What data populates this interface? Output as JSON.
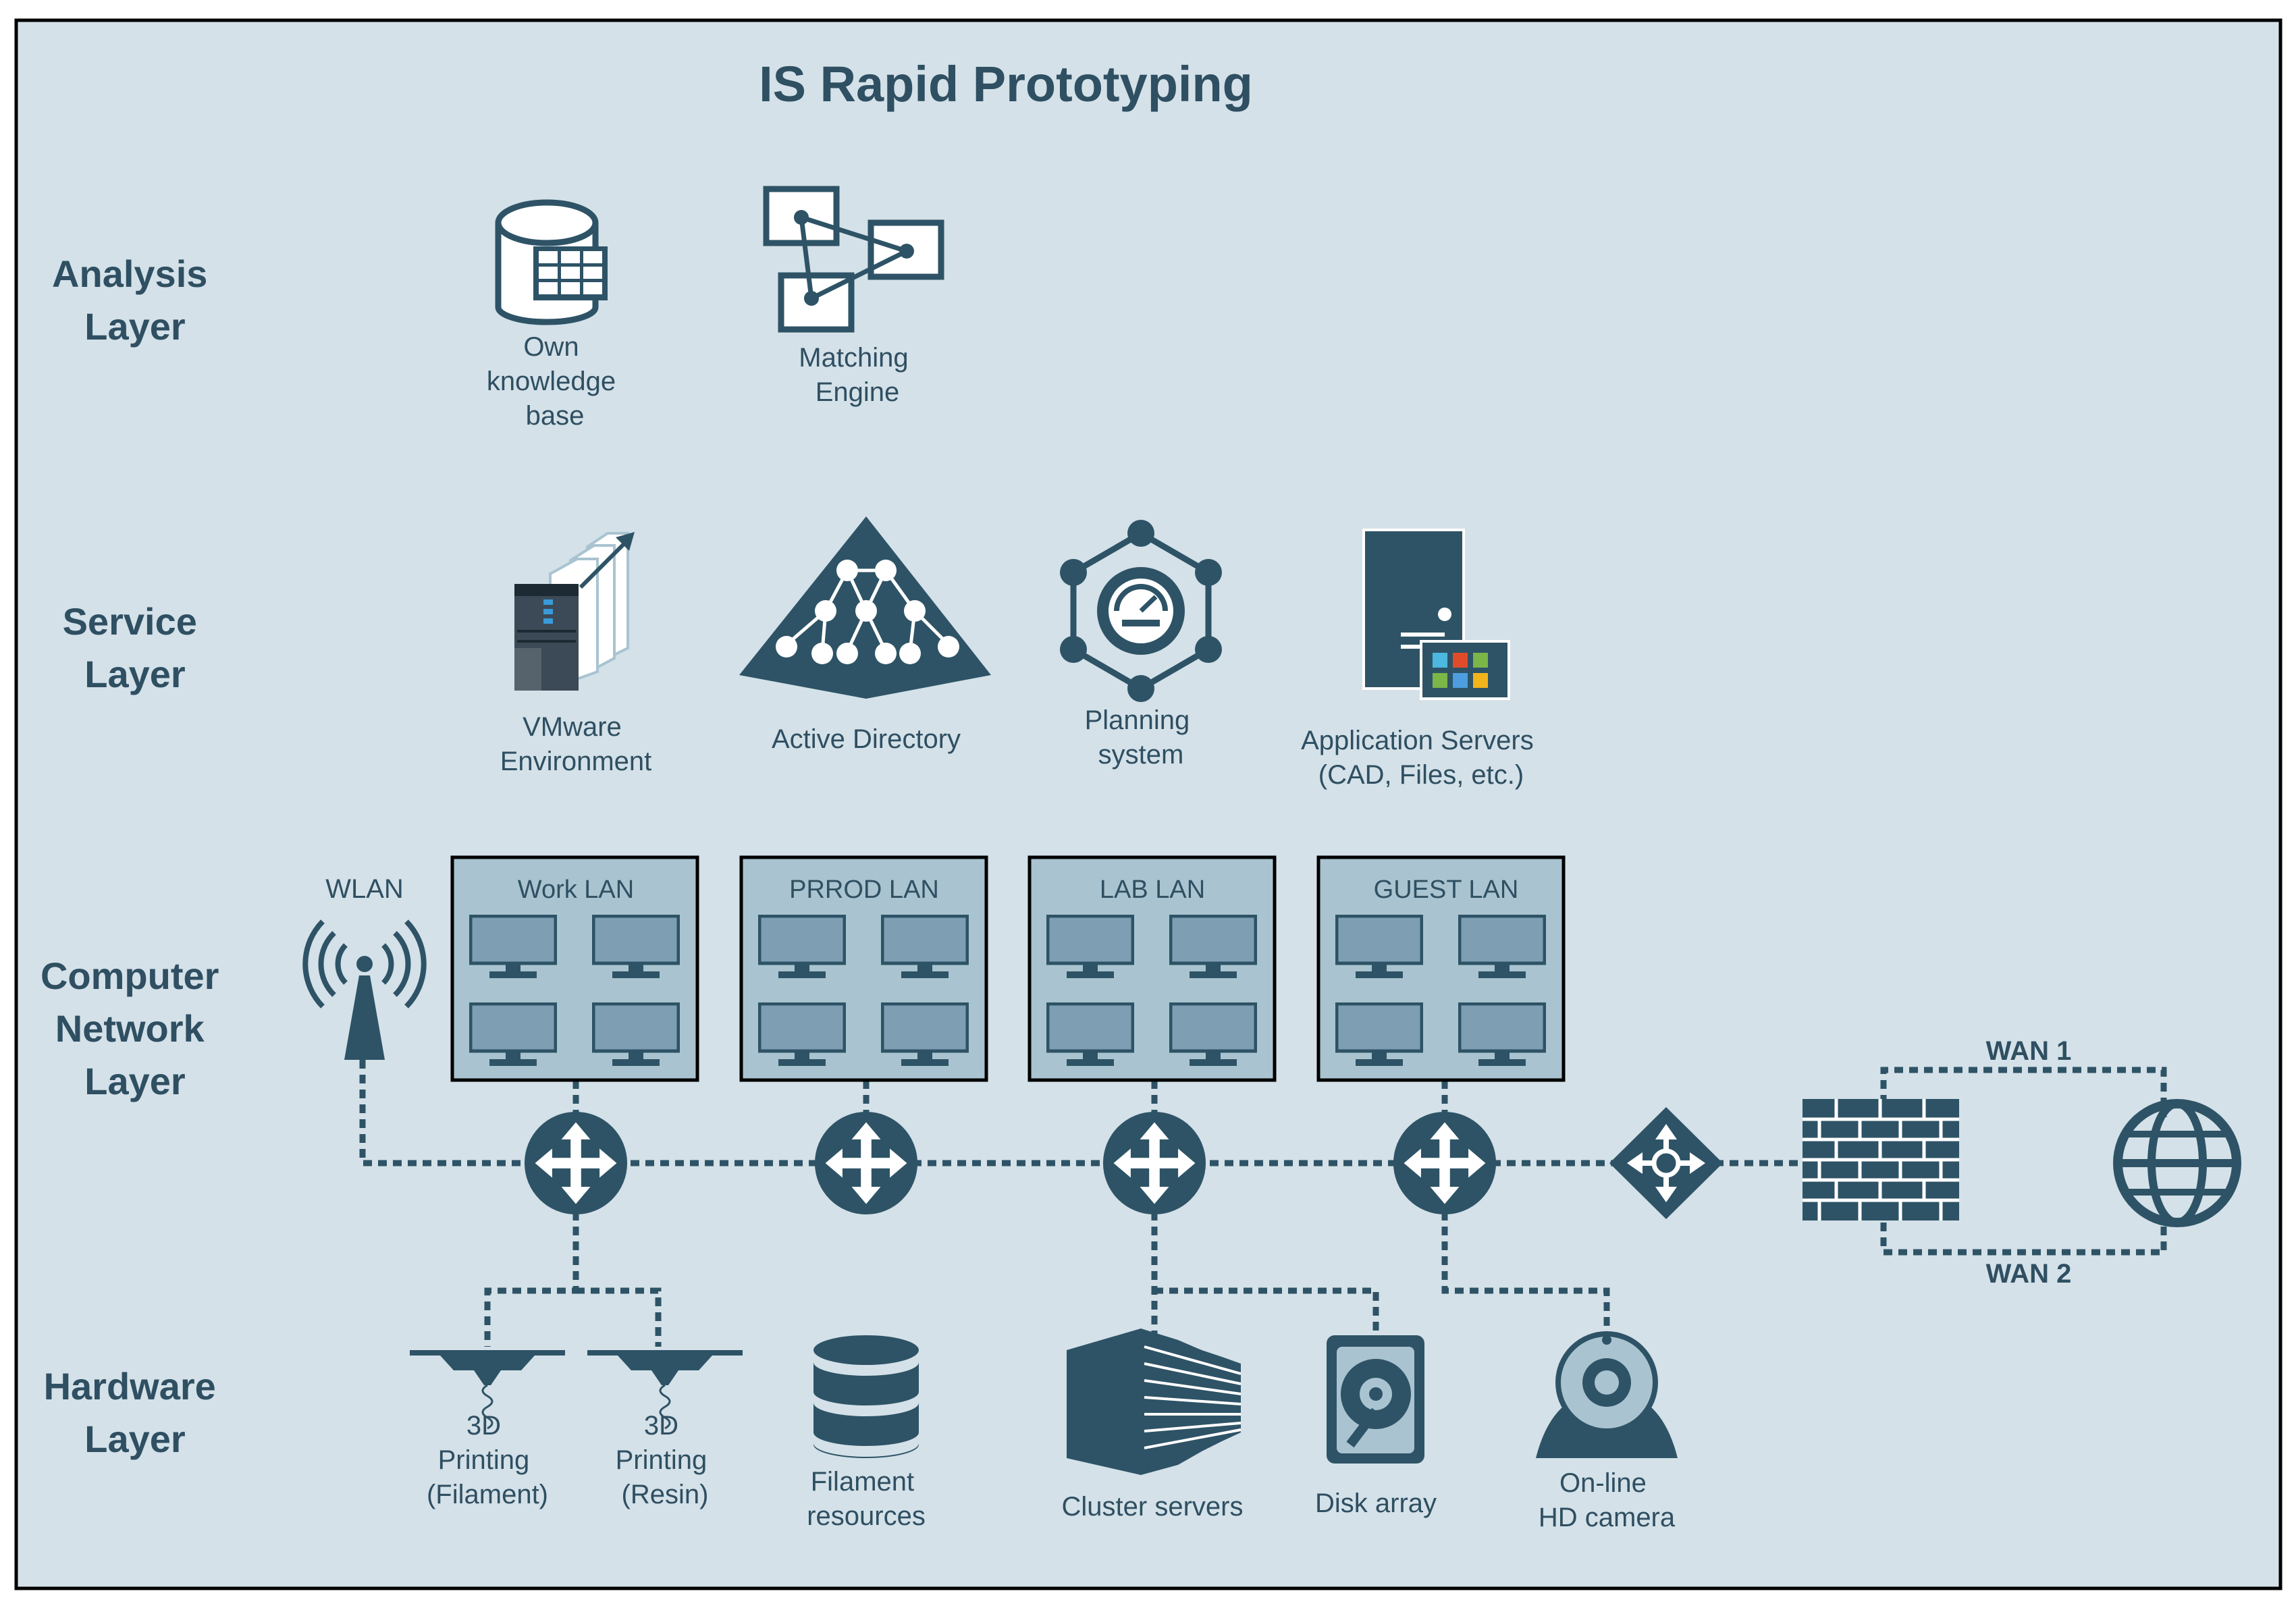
{
  "title": "IS Rapid Prototyping",
  "colors": {
    "background": "#d4e1e8",
    "border": "#000000",
    "icon": "#2e5366",
    "lan_box": "#a9c4d0",
    "monitor": "#7e9fb3",
    "text": "#2f4f62"
  },
  "layers": {
    "analysis": [
      "Analysis",
      "Layer"
    ],
    "service": [
      "Service",
      "Layer"
    ],
    "network": [
      "Computer",
      "Network",
      "Layer"
    ],
    "hardware": [
      "Hardware",
      "Layer"
    ]
  },
  "analysis": {
    "knowledge_base": [
      "Own",
      "knowledge",
      "base"
    ],
    "matching_engine": [
      "Matching",
      "Engine"
    ]
  },
  "service": {
    "vmware": [
      "VMware",
      "Environment"
    ],
    "active_directory": "Active Directory",
    "planning": [
      "Planning",
      "system"
    ],
    "app_servers": [
      "Application Servers",
      "(CAD, Files, etc.)"
    ]
  },
  "network": {
    "wlan": "WLAN",
    "lans": [
      "Work LAN",
      "PRROD LAN",
      "LAB LAN",
      "GUEST LAN"
    ],
    "wan1": "WAN 1",
    "wan2": "WAN 2"
  },
  "hardware": {
    "printer_filament": [
      "3D",
      "Printing",
      "(Filament)"
    ],
    "printer_resin": [
      "3D",
      "Printing",
      "(Resin)"
    ],
    "filament": [
      "Filament",
      "resources"
    ],
    "cluster": "Cluster servers",
    "disk": "Disk array",
    "camera": [
      "On-line",
      "HD camera"
    ]
  },
  "icons": [
    "database-icon",
    "matching-engine-icon",
    "vmware-server-icon",
    "active-directory-icon",
    "planning-system-icon",
    "application-server-icon",
    "wlan-antenna-icon",
    "monitor-icon",
    "router-icon",
    "switch-icon",
    "firewall-icon",
    "globe-icon",
    "3d-printer-icon",
    "filament-stack-icon",
    "cluster-servers-icon",
    "disk-icon",
    "webcam-icon"
  ]
}
